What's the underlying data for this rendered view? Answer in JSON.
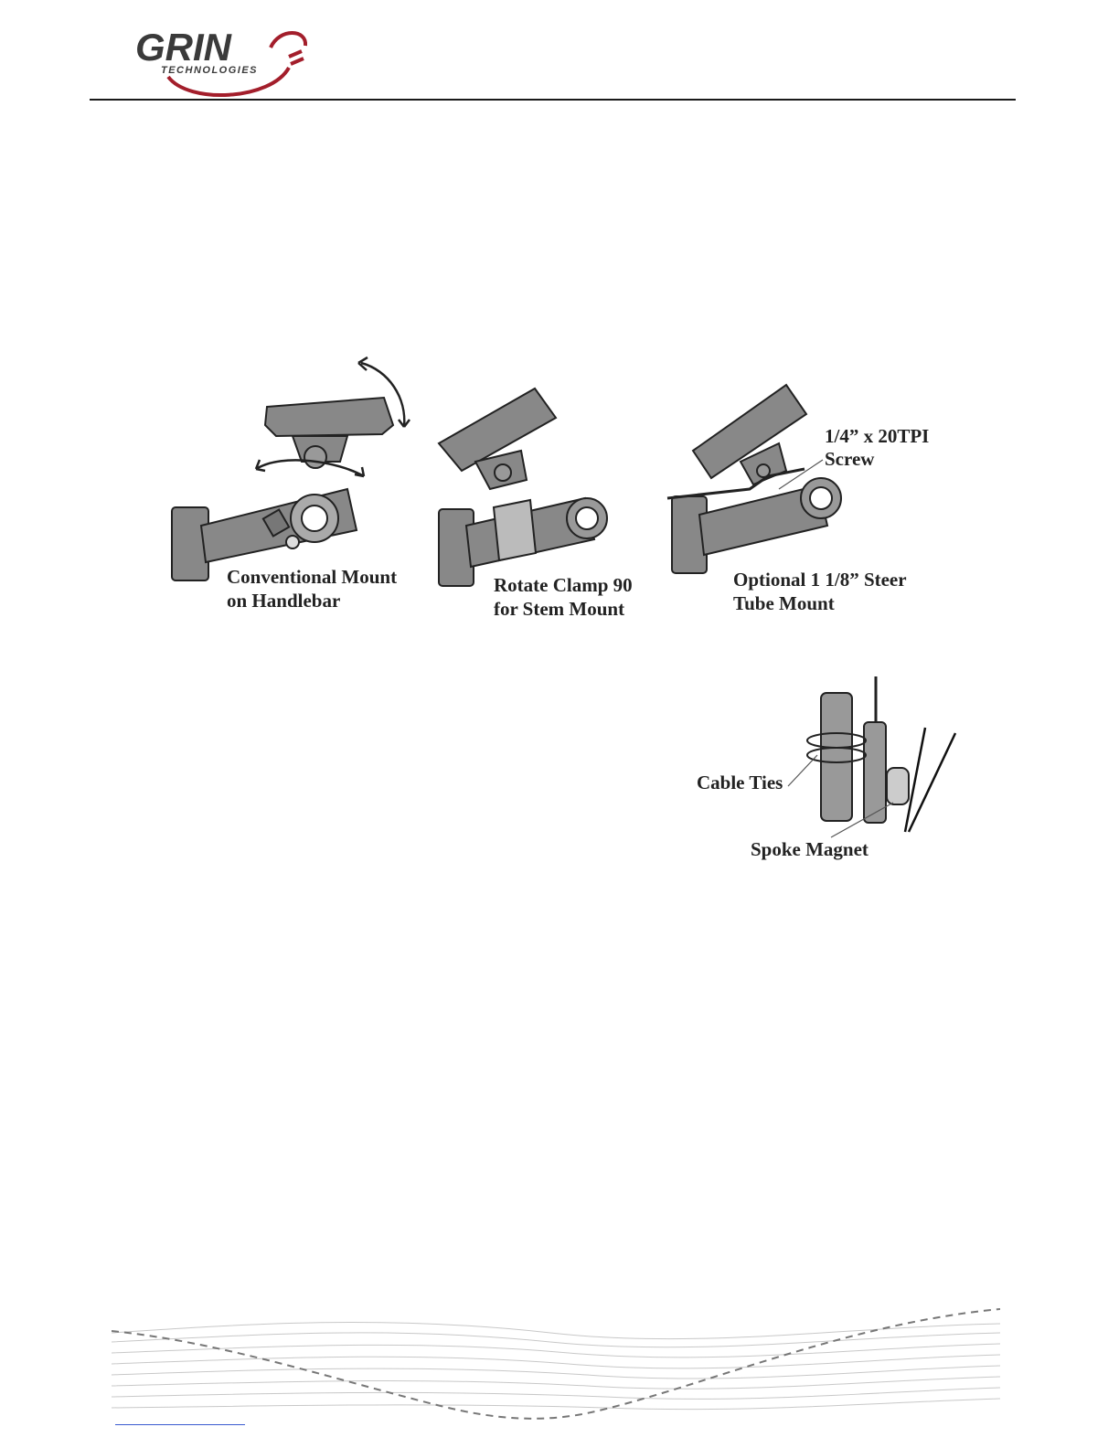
{
  "header": {
    "logo_word": "GRIN",
    "logo_sub": "TECHNOLOGIES",
    "brand_color": "#a31e2b"
  },
  "figure_mounts": {
    "label_conventional_1": "Conventional Mount",
    "label_conventional_2": "on Handlebar",
    "label_rotate_1": "Rotate Clamp 90",
    "label_rotate_2": "for Stem Mount",
    "label_screw_1": "1/4” x 20TPI",
    "label_screw_2": "Screw",
    "label_steer_1": "Optional 1 1/8” Steer",
    "label_steer_2": "Tube Mount"
  },
  "figure_sensor": {
    "label_cable_ties": "Cable Ties",
    "label_spoke_magnet": "Spoke Magnet"
  }
}
